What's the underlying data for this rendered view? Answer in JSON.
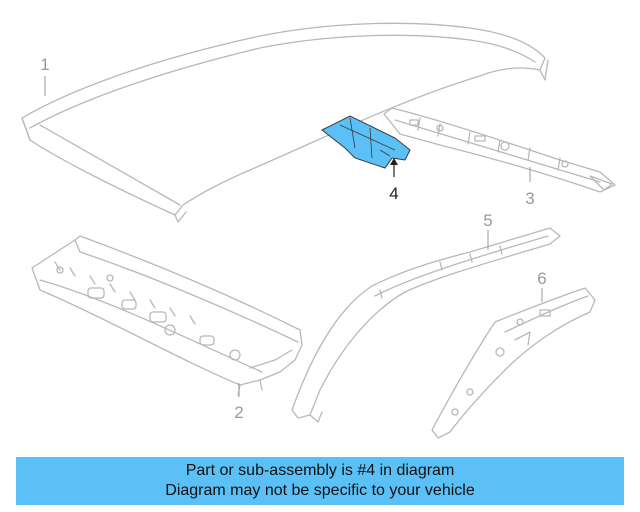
{
  "diagram": {
    "callouts": [
      {
        "id": "1",
        "label": "1"
      },
      {
        "id": "2",
        "label": "2"
      },
      {
        "id": "3",
        "label": "3"
      },
      {
        "id": "4",
        "label": "4"
      },
      {
        "id": "5",
        "label": "5"
      },
      {
        "id": "6",
        "label": "6"
      }
    ],
    "highlighted_part": "4",
    "colors": {
      "line": "#b8b8b8",
      "highlight": "#5bc0f5",
      "highlight_label": "#222222",
      "dim_label": "#9a9a9a"
    }
  },
  "banner": {
    "line1": "Part or sub-assembly is #4 in diagram",
    "line2": "Diagram may not be specific to your vehicle",
    "background": "#5bc0f5"
  }
}
